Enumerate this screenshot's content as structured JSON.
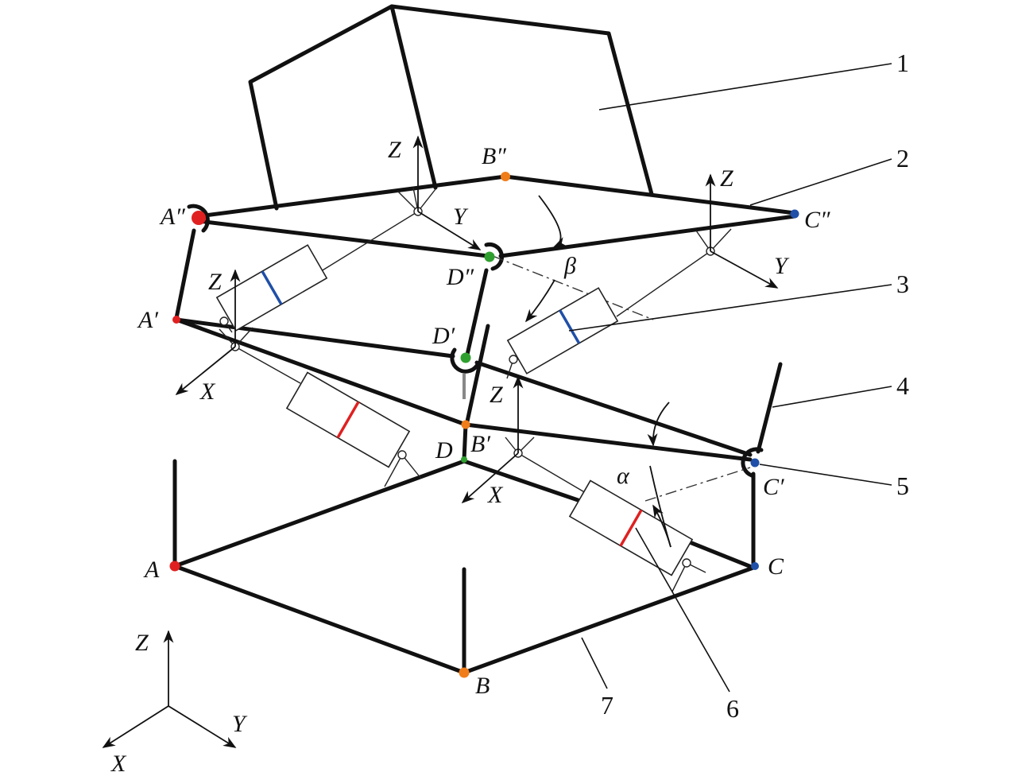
{
  "part_numbers": [
    "1",
    "2",
    "3",
    "4",
    "5",
    "6",
    "7"
  ],
  "points": {
    "A": "A",
    "B": "B",
    "C": "C",
    "D": "D",
    "A1": "A′",
    "B1": "B′",
    "C1": "C′",
    "D1": "D′",
    "A2": "A″",
    "B2": "B″",
    "C2": "C″",
    "D2": "D″"
  },
  "axes": {
    "x": "X",
    "y": "Y",
    "z": "Z"
  },
  "angles": {
    "alpha": "α",
    "beta": "β"
  },
  "colors": {
    "A": "#e02020",
    "B": "#f07d1a",
    "C": "#1f4fa8",
    "D": "#2fa02f",
    "lower_actuator_mark": "#e02020",
    "upper_actuator_mark": "#1f4fa8"
  }
}
